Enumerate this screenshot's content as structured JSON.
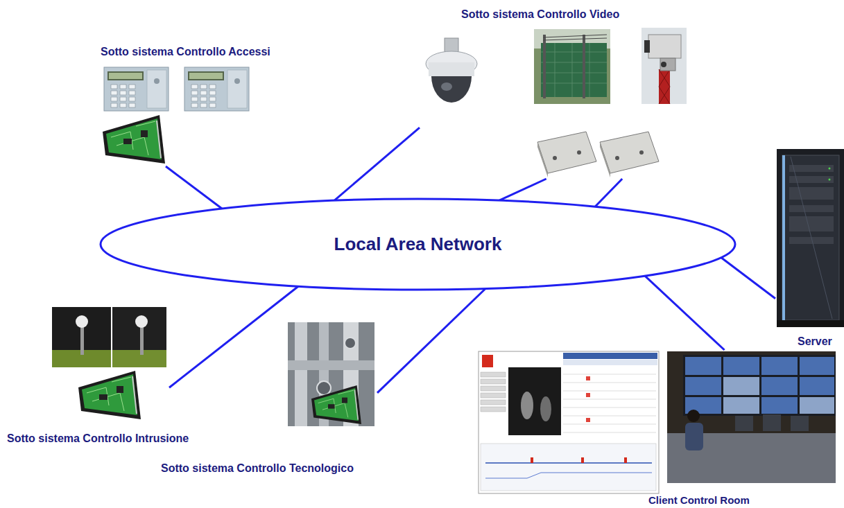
{
  "diagram": {
    "nodes": [
      {
        "text": [
          "Sotto sistema Controllo Accessi"
        ]
      },
      {
        "text": [
          "Sotto sistema Controllo Video"
        ]
      },
      {
        "text": [
          "Local Area Network"
        ]
      },
      {
        "text": [
          "Server"
        ]
      },
      {
        "text": [
          "Sotto sistema Controllo Intrusione"
        ]
      },
      {
        "text": [
          "Sotto sistema Controllo Tecnologico"
        ]
      },
      {
        "text": [
          "Client Control Room"
        ]
      }
    ],
    "edges": [
      {
        "from": 2,
        "to": 0,
        "arrow": "none"
      },
      {
        "from": 2,
        "to": 1,
        "arrow": "none"
      },
      {
        "from": 2,
        "to": 1,
        "arrow": "none"
      },
      {
        "from": 2,
        "to": 1,
        "arrow": "none"
      },
      {
        "from": 2,
        "to": 3,
        "arrow": "none"
      },
      {
        "from": 2,
        "to": 4,
        "arrow": "none"
      },
      {
        "from": 2,
        "to": 5,
        "arrow": "none"
      },
      {
        "from": 2,
        "to": 6,
        "arrow": "none"
      }
    ]
  }
}
